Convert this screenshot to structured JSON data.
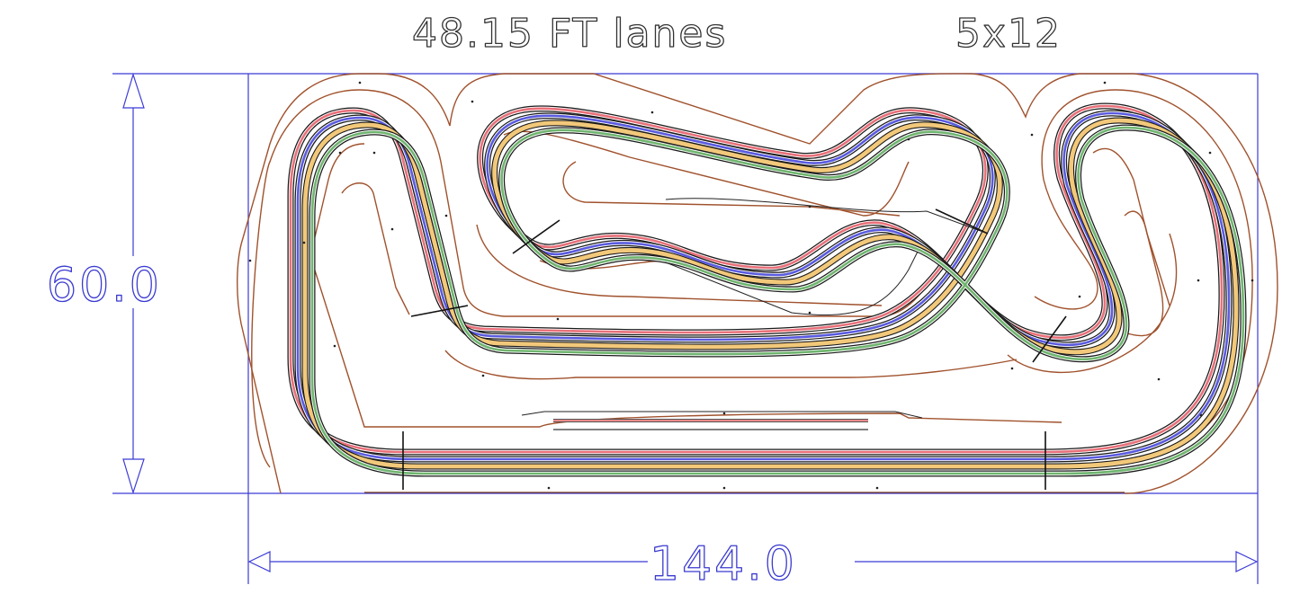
{
  "title": {
    "length_label": "48.15 FT lanes",
    "size_label": "5x12"
  },
  "dimensions": {
    "height_label": "60.0",
    "width_label": "144.0"
  },
  "track": {
    "lane_count": 4,
    "lanes": [
      {
        "name": "red",
        "color": "#e8707a"
      },
      {
        "name": "blue",
        "color": "#5a5ae0"
      },
      {
        "name": "yellow",
        "color": "#f2c87a"
      },
      {
        "name": "green",
        "color": "#6fb56f"
      }
    ],
    "rail_color": "#1a1a1a",
    "border_color": "#a0522d",
    "dimension_color": "#3b3bd6"
  }
}
